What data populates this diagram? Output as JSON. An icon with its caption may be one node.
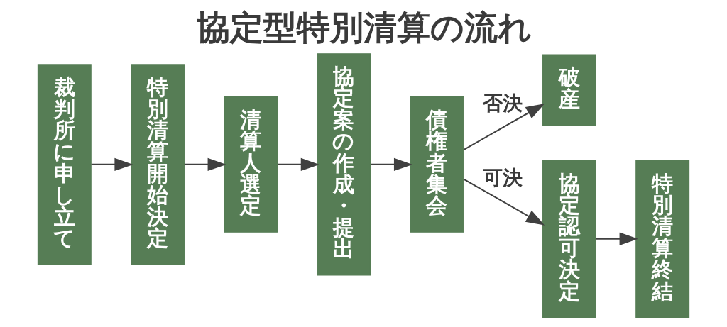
{
  "diagram": {
    "title": "協定型特別清算の流れ",
    "nodes": [
      {
        "text": [
          "裁判所に申し立て"
        ]
      },
      {
        "text": [
          "特別清算開始決定"
        ]
      },
      {
        "text": [
          "清算人選定"
        ]
      },
      {
        "text": [
          "協定案の作成・提出"
        ]
      },
      {
        "text": [
          "債権者集会"
        ]
      },
      {
        "text": [
          "破産"
        ]
      },
      {
        "text": [
          "協定認可決定"
        ]
      },
      {
        "text": [
          "特別清算終結"
        ]
      }
    ],
    "edges": [
      {
        "from": 0,
        "to": 1,
        "arrow": "to"
      },
      {
        "from": 1,
        "to": 2,
        "arrow": "to"
      },
      {
        "from": 2,
        "to": 3,
        "arrow": "to"
      },
      {
        "from": 3,
        "to": 4,
        "arrow": "to"
      },
      {
        "from": 4,
        "to": 5,
        "arrow": "to",
        "label": "否決"
      },
      {
        "from": 4,
        "to": 6,
        "arrow": "to",
        "label": "可決"
      },
      {
        "from": 6,
        "to": 7,
        "arrow": "to"
      }
    ]
  }
}
